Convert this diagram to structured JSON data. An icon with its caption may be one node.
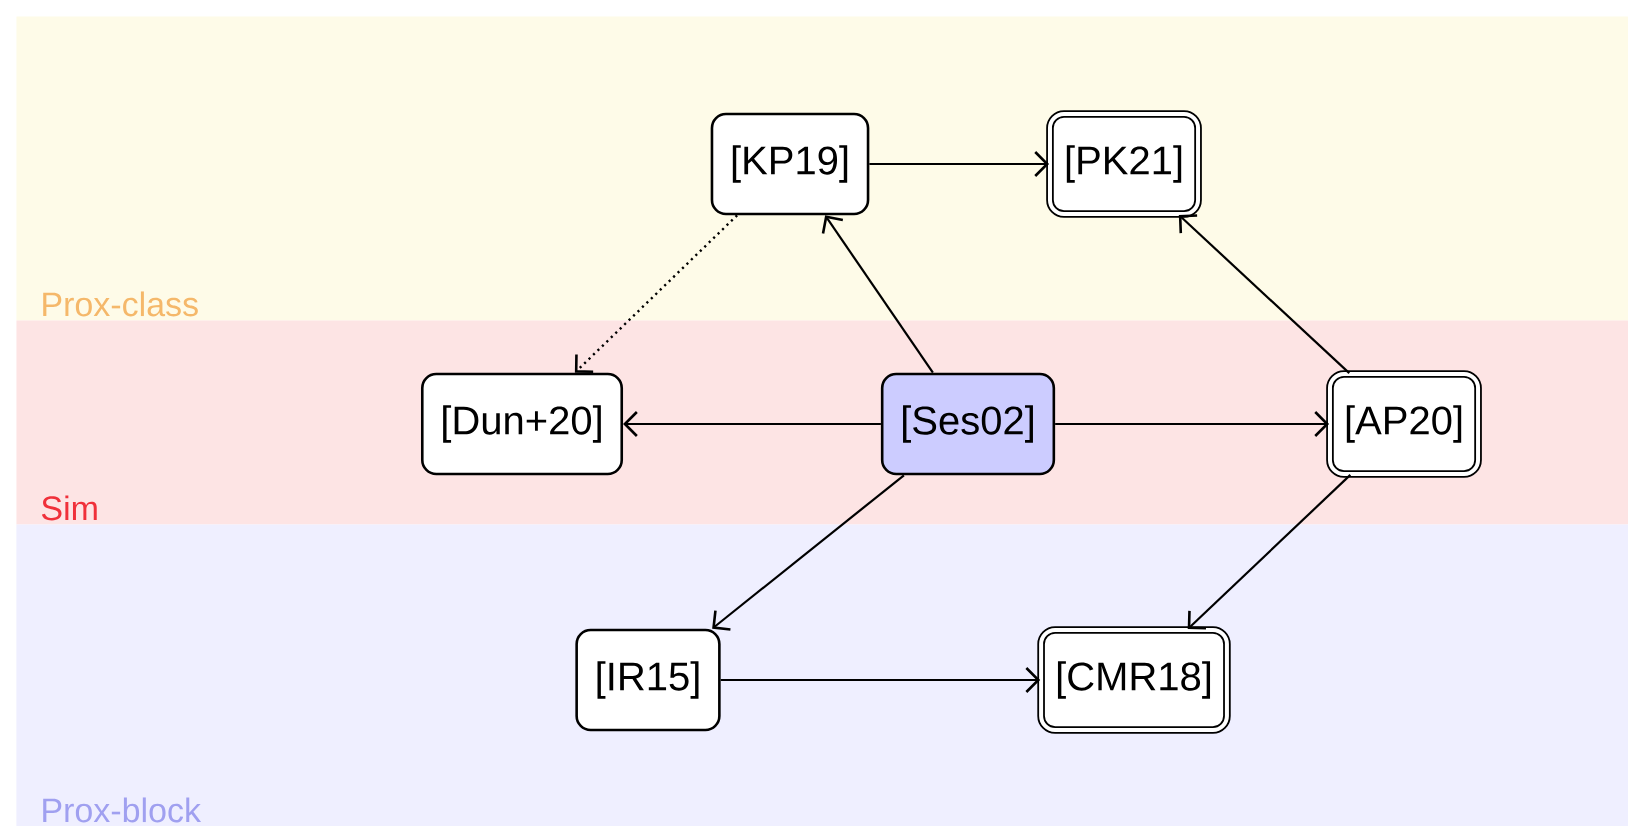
{
  "diagram": {
    "nodes": [
      {
        "text": [
          "Prox-class"
        ]
      },
      {
        "text": [
          "[KP19]"
        ],
        "in": 0
      },
      {
        "text": [
          "[PK21]"
        ],
        "in": 0
      },
      {
        "text": [
          "Sim"
        ]
      },
      {
        "text": [
          "[Dun+20]"
        ],
        "in": 3
      },
      {
        "text": [
          "[Ses02]"
        ],
        "in": 3
      },
      {
        "text": [
          "[AP20]"
        ],
        "in": 3
      },
      {
        "text": [
          "Prox-block"
        ]
      },
      {
        "text": [
          "[IR15]"
        ],
        "in": 7
      },
      {
        "text": [
          "[CMR18]"
        ],
        "in": 7
      }
    ],
    "edges": [
      {
        "from": 1,
        "to": 2,
        "arrow": "to"
      },
      {
        "from": 1,
        "to": 4,
        "arrow": "to",
        "style": "dashed"
      },
      {
        "from": 5,
        "to": 1,
        "arrow": "to"
      },
      {
        "from": 5,
        "to": 4,
        "arrow": "to"
      },
      {
        "from": 5,
        "to": 6,
        "arrow": "to"
      },
      {
        "from": 5,
        "to": 8,
        "arrow": "to"
      },
      {
        "from": 6,
        "to": 2,
        "arrow": "to"
      },
      {
        "from": 6,
        "to": 9,
        "arrow": "to"
      },
      {
        "from": 8,
        "to": 9,
        "arrow": "to"
      }
    ]
  }
}
